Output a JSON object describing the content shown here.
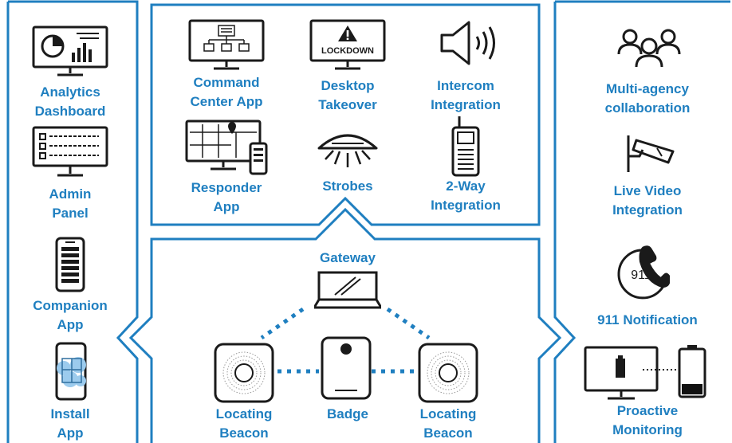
{
  "palette": {
    "accent": "#1f7fc0",
    "line": "#1a1a1a",
    "battery": "#111111"
  },
  "left_panel": {
    "items": [
      {
        "line1": "Analytics",
        "line2": "Dashboard",
        "icon": "analytics-monitor-icon"
      },
      {
        "line1": "Admin",
        "line2": "Panel",
        "icon": "admin-checklist-monitor-icon"
      },
      {
        "line1": "Companion",
        "line2": "App",
        "icon": "phone-keypad-icon"
      },
      {
        "line1": "Install",
        "line2": "App",
        "icon": "phone-map-icon"
      }
    ]
  },
  "top_center_panel": {
    "items": [
      {
        "line1": "Command",
        "line2": "Center App",
        "icon": "floorplan-monitor-icon"
      },
      {
        "line1": "Desktop",
        "line2": "Takeover",
        "icon": "lockdown-monitor-icon",
        "screen_text": "LOCKDOWN"
      },
      {
        "line1": "Intercom",
        "line2": "Integration",
        "icon": "speaker-icon"
      },
      {
        "line1": "Responder",
        "line2": "App",
        "icon": "map-monitor-icon"
      },
      {
        "line1": "Strobes",
        "line2": "",
        "icon": "strobe-icon"
      },
      {
        "line1": "2-Way",
        "line2": "Integration",
        "icon": "radio-icon"
      }
    ]
  },
  "bottom_center_panel": {
    "gateway": {
      "label": "Gateway",
      "icon": "gateway-icon"
    },
    "beacon_left": {
      "line1": "Locating",
      "line2": "Beacon",
      "icon": "beacon-icon"
    },
    "badge": {
      "label": "Badge",
      "icon": "badge-icon"
    },
    "beacon_right": {
      "line1": "Locating",
      "line2": "Beacon",
      "icon": "beacon-icon"
    }
  },
  "right_panel": {
    "items": [
      {
        "line1": "Multi-agency",
        "line2": "collaboration",
        "icon": "people-group-icon"
      },
      {
        "line1": "Live Video",
        "line2": "Integration",
        "icon": "security-camera-icon"
      },
      {
        "line1": "911 Notification",
        "line2": "",
        "icon": "phone-911-icon",
        "badge_text": "911"
      },
      {
        "line1": "Proactive",
        "line2": "Monitoring",
        "icon": "battery-monitor-icon"
      }
    ]
  }
}
